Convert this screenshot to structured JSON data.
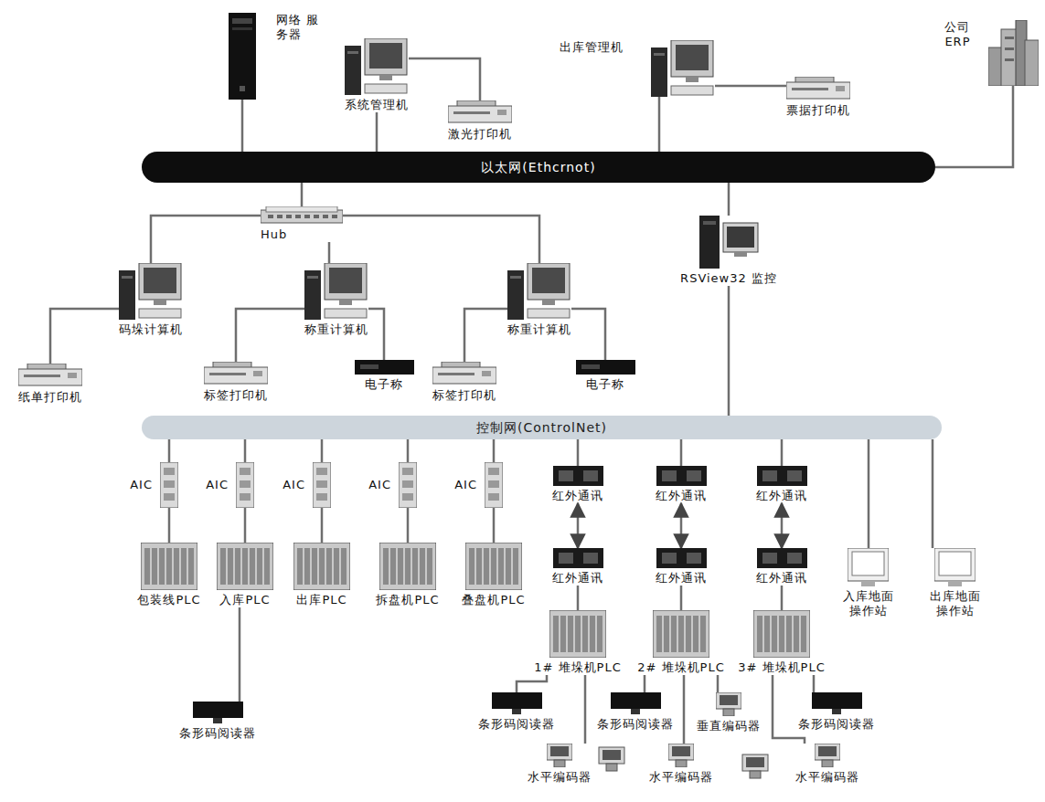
{
  "diagram": {
    "nodes": [
      {
        "text": [
          "网络 服务器"
        ]
      },
      {
        "text": [
          "系统管理机"
        ]
      },
      {
        "text": [
          "激光打印机"
        ]
      },
      {
        "text": [
          "出库管理机"
        ]
      },
      {
        "text": [
          "票据打印机"
        ]
      },
      {
        "text": [
          "公司 ERP"
        ]
      },
      {
        "text": [
          "以太网(Ethcrnot)"
        ]
      },
      {
        "text": [
          "Hub"
        ]
      },
      {
        "text": [
          "码垛计算机"
        ]
      },
      {
        "text": [
          "纸单打印机"
        ]
      },
      {
        "text": [
          "称重计算机"
        ]
      },
      {
        "text": [
          "标签打印机"
        ]
      },
      {
        "text": [
          "电子称"
        ]
      },
      {
        "text": [
          "称重计算机"
        ]
      },
      {
        "text": [
          "标签打印机"
        ]
      },
      {
        "text": [
          "电子称"
        ]
      },
      {
        "text": [
          "RSView32 监控"
        ]
      },
      {
        "text": [
          "控制网(ControlNet)"
        ]
      },
      {
        "text": [
          "AIC"
        ]
      },
      {
        "text": [
          "AIC"
        ]
      },
      {
        "text": [
          "AIC"
        ]
      },
      {
        "text": [
          "AIC"
        ]
      },
      {
        "text": [
          "AIC"
        ]
      },
      {
        "text": [
          "包装线PLC"
        ]
      },
      {
        "text": [
          "入库PLC"
        ]
      },
      {
        "text": [
          "出库PLC"
        ]
      },
      {
        "text": [
          "拆盘机PLC"
        ]
      },
      {
        "text": [
          "叠盘机PLC"
        ]
      },
      {
        "text": [
          "条形码阅读器"
        ]
      },
      {
        "text": [
          "红外通讯"
        ]
      },
      {
        "text": [
          "红外通讯"
        ]
      },
      {
        "text": [
          "1# 堆垛机PLC"
        ]
      },
      {
        "text": [
          "条形码阅读器"
        ]
      },
      {
        "text": [
          "水平编码器"
        ]
      },
      {
        "text": [
          "红外通讯"
        ]
      },
      {
        "text": [
          "红外通讯"
        ]
      },
      {
        "text": [
          "2# 堆垛机PLC"
        ]
      },
      {
        "text": [
          "条形码阅读器"
        ]
      },
      {
        "text": [
          "垂直编码器"
        ]
      },
      {
        "text": [
          "水平编码器"
        ]
      },
      {
        "text": [
          "红外通讯"
        ]
      },
      {
        "text": [
          "红外通讯"
        ]
      },
      {
        "text": [
          "3# 堆垛机PLC"
        ]
      },
      {
        "text": [
          "条形码阅读器"
        ]
      },
      {
        "text": [
          "水平编码器"
        ]
      },
      {
        "text": [
          "入库地面 操作站"
        ]
      },
      {
        "text": [
          "出库地面 操作站"
        ]
      }
    ],
    "edges": [
      {
        "from": 0,
        "to": 6,
        "arrow": "none"
      },
      {
        "from": 1,
        "to": 6,
        "arrow": "none"
      },
      {
        "from": 1,
        "to": 2,
        "arrow": "none"
      },
      {
        "from": 3,
        "to": 6,
        "arrow": "none"
      },
      {
        "from": 3,
        "to": 4,
        "arrow": "none"
      },
      {
        "from": 5,
        "to": 6,
        "arrow": "none"
      },
      {
        "from": 6,
        "to": 7,
        "arrow": "none"
      },
      {
        "from": 7,
        "to": 8,
        "arrow": "none"
      },
      {
        "from": 7,
        "to": 10,
        "arrow": "none"
      },
      {
        "from": 7,
        "to": 13,
        "arrow": "none"
      },
      {
        "from": 8,
        "to": 9,
        "arrow": "none"
      },
      {
        "from": 10,
        "to": 11,
        "arrow": "none"
      },
      {
        "from": 10,
        "to": 12,
        "arrow": "none"
      },
      {
        "from": 13,
        "to": 14,
        "arrow": "none"
      },
      {
        "from": 13,
        "to": 15,
        "arrow": "none"
      },
      {
        "from": 6,
        "to": 16,
        "arrow": "none"
      },
      {
        "from": 16,
        "to": 17,
        "arrow": "none"
      },
      {
        "from": 17,
        "to": 18,
        "arrow": "none"
      },
      {
        "from": 17,
        "to": 19,
        "arrow": "none"
      },
      {
        "from": 17,
        "to": 20,
        "arrow": "none"
      },
      {
        "from": 17,
        "to": 21,
        "arrow": "none"
      },
      {
        "from": 17,
        "to": 22,
        "arrow": "none"
      },
      {
        "from": 18,
        "to": 23,
        "arrow": "none"
      },
      {
        "from": 19,
        "to": 24,
        "arrow": "none"
      },
      {
        "from": 20,
        "to": 25,
        "arrow": "none"
      },
      {
        "from": 21,
        "to": 26,
        "arrow": "none"
      },
      {
        "from": 22,
        "to": 27,
        "arrow": "none"
      },
      {
        "from": 24,
        "to": 28,
        "arrow": "none"
      },
      {
        "from": 17,
        "to": 29,
        "arrow": "none"
      },
      {
        "from": 29,
        "to": 30,
        "arrow": "both"
      },
      {
        "from": 30,
        "to": 31,
        "arrow": "none"
      },
      {
        "from": 31,
        "to": 32,
        "arrow": "none"
      },
      {
        "from": 31,
        "to": 33,
        "arrow": "none"
      },
      {
        "from": 17,
        "to": 34,
        "arrow": "none"
      },
      {
        "from": 34,
        "to": 35,
        "arrow": "both"
      },
      {
        "from": 35,
        "to": 36,
        "arrow": "none"
      },
      {
        "from": 36,
        "to": 37,
        "arrow": "none"
      },
      {
        "from": 36,
        "to": 38,
        "arrow": "none"
      },
      {
        "from": 36,
        "to": 39,
        "arrow": "none"
      },
      {
        "from": 17,
        "to": 40,
        "arrow": "none"
      },
      {
        "from": 40,
        "to": 41,
        "arrow": "both"
      },
      {
        "from": 41,
        "to": 42,
        "arrow": "none"
      },
      {
        "from": 42,
        "to": 43,
        "arrow": "none"
      },
      {
        "from": 42,
        "to": 44,
        "arrow": "none"
      },
      {
        "from": 17,
        "to": 45,
        "arrow": "none"
      },
      {
        "from": 17,
        "to": 46,
        "arrow": "none"
      }
    ]
  }
}
